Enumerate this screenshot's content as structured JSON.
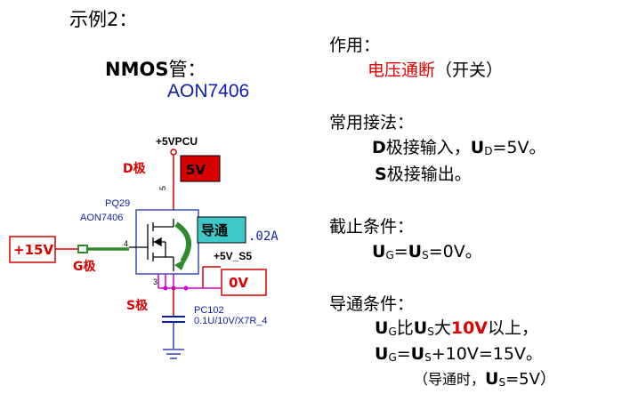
{
  "title": "示例2：",
  "device": {
    "type_bold": "NMOS",
    "type_tail": "管：",
    "part_number": "AON7406"
  },
  "schematic": {
    "supply": "+5VPCU",
    "d_label": "D极",
    "d_voltage": "5V",
    "pin_top": "5",
    "ref": "PQ29",
    "ref_part": "AON7406",
    "g_input": "+15V",
    "g_label": "G极",
    "pin_gate": "4",
    "status": "导通",
    "current_tail": ".02A",
    "out_rail": "+5V_S5",
    "s_voltage": "0V",
    "pin_bottom": "3",
    "s_label": "S极",
    "cap_ref": "PC102",
    "cap_value": "0.1U/10V/X7R_4"
  },
  "function": {
    "header": "作用：",
    "value_red": "电压通断",
    "value_tail": "（开关）"
  },
  "usage": {
    "header": "常用接法：",
    "l1_bold": "D",
    "l1_a": "极接输入，",
    "l1_u": "U",
    "l1_sub": "D",
    "l1_tail": "=5V。",
    "l2_bold": "S",
    "l2_tail": "极接输出。"
  },
  "cutoff": {
    "header": "截止条件：",
    "u1": "U",
    "s1": "G",
    "eq": "=",
    "u2": "U",
    "s2": "S",
    "tail": "=0V。"
  },
  "conduct": {
    "header": "导通条件：",
    "l1_u1": "U",
    "l1_s1": "G",
    "l1_mid": "比",
    "l1_u2": "U",
    "l1_s2": "S",
    "l1_da": "大",
    "l1_red": "10V",
    "l1_tail": "以上，",
    "l2_u1": "U",
    "l2_s1": "G",
    "l2_eq": "=",
    "l2_u2": "U",
    "l2_s2": "S",
    "l2_tail": "+10V=15V。",
    "note_a": "（导通时，",
    "note_u": "U",
    "note_s": "S",
    "note_tail": "=5V）"
  },
  "colors": {
    "red": "#d90000",
    "wire": "#d90000",
    "green": "#2e8b2e",
    "teal": "#3fc8c8",
    "blue": "#0b1fa8",
    "pink": "#d000d0"
  }
}
